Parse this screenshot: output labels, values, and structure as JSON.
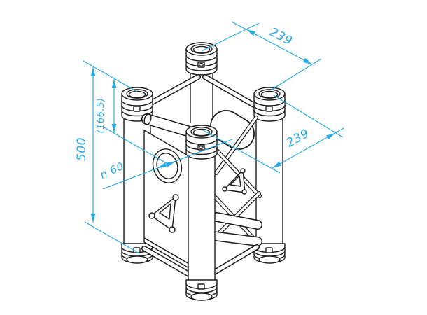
{
  "page": {
    "background": "#ffffff"
  },
  "drawing": {
    "subject": "Isometric technical line drawing of a square truss corner block with four tubes, conical couplers, diagonal braces, side panel with round hole and triangular brackets",
    "colors": {
      "dimension": "#29abe2",
      "line": "#1c1c1c",
      "background": "#ffffff"
    },
    "annotations": {
      "height_total": "500",
      "upper_reference": "(166,5)",
      "top_width": "239",
      "side_depth": "239",
      "hole_diameter": "n 60"
    }
  }
}
